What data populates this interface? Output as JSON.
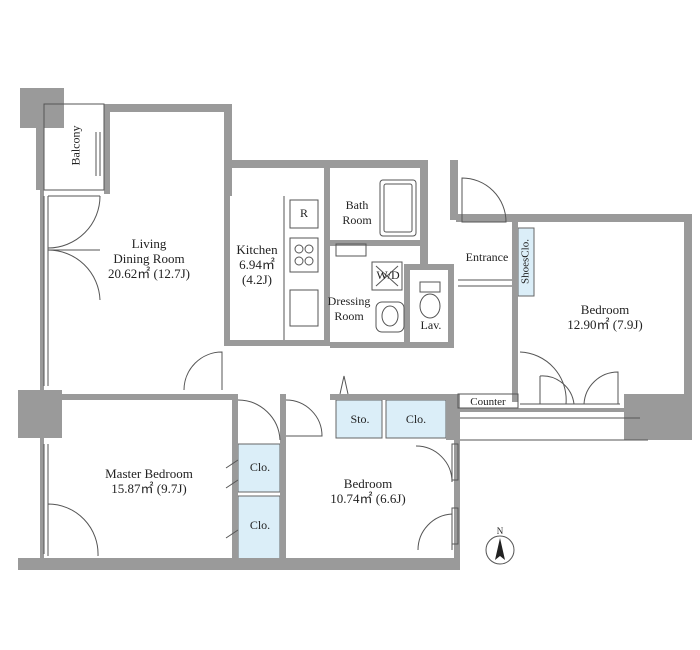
{
  "rooms": {
    "living": {
      "name1": "Living",
      "name2": "Dining Room",
      "area": "20.62㎡ (12.7J)"
    },
    "kitchen": {
      "name": "Kitchen",
      "area": "6.94㎡",
      "jo": "(4.2J)"
    },
    "bath": {
      "name1": "Bath",
      "name2": "Room"
    },
    "dressing": {
      "name1": "Dressing",
      "name2": "Room"
    },
    "wd": "W/D",
    "lav": "Lav.",
    "entrance": "Entrance",
    "shoes": "ShoesClo.",
    "bedroom_east": {
      "name": "Bedroom",
      "area": "12.90㎡ (7.9J)"
    },
    "balcony": "Balcony",
    "master": {
      "name": "Master Bedroom",
      "area": "15.87㎡ (9.7J)"
    },
    "bedroom_south": {
      "name": "Bedroom",
      "area": "10.74㎡ (6.6J)"
    },
    "sto": "Sto.",
    "clo_center": "Clo.",
    "counter": "Counter",
    "clo_upper": "Clo.",
    "clo_lower": "Clo.",
    "fridge": "R"
  },
  "compass": {
    "label": "N"
  },
  "colors": {
    "wall": "#9a9a9a",
    "closet": "#dbeef8",
    "line": "#555555"
  }
}
